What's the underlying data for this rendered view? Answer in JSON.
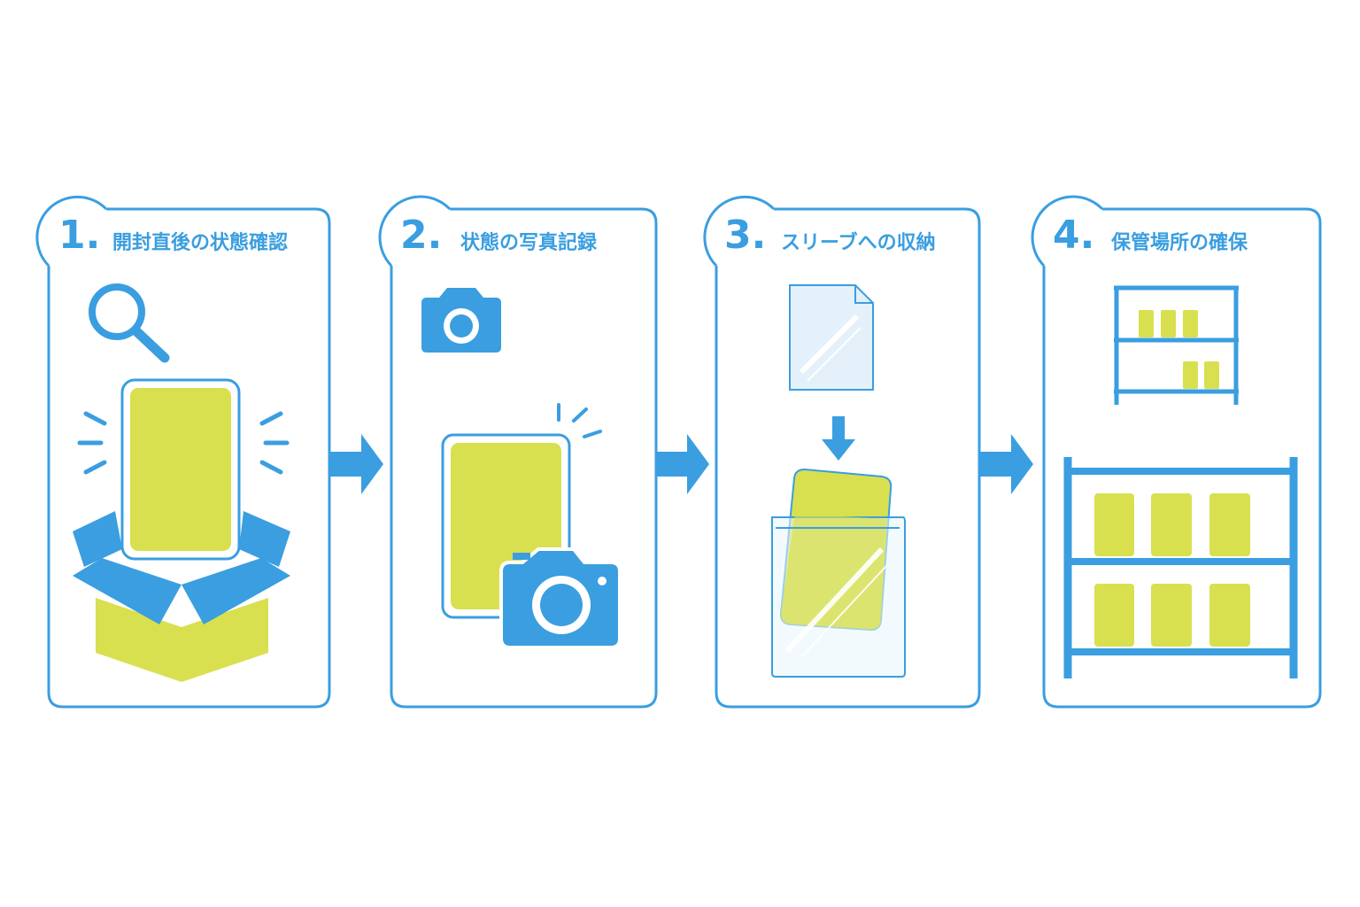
{
  "colors": {
    "accent_blue": "#3a9ee0",
    "card_yellow": "#d8e04f",
    "sleeve_fill": "#e4f1fb",
    "background": "#ffffff"
  },
  "steps": [
    {
      "number": "1.",
      "title": "開封直後の状態確認",
      "icons": [
        "magnifier-icon",
        "open-box-icon",
        "card-icon"
      ]
    },
    {
      "number": "2.",
      "title": "状態の写真記録",
      "icons": [
        "camera-icon",
        "card-icon",
        "camera-icon"
      ]
    },
    {
      "number": "3.",
      "title": "スリーブへの収納",
      "icons": [
        "sleeve-icon",
        "down-arrow-icon",
        "sleeved-card-icon"
      ]
    },
    {
      "number": "4.",
      "title": "保管場所の確保",
      "icons": [
        "small-shelf-icon",
        "large-shelf-icon"
      ]
    }
  ],
  "connectors": [
    "right-arrow-icon",
    "right-arrow-icon",
    "right-arrow-icon"
  ]
}
